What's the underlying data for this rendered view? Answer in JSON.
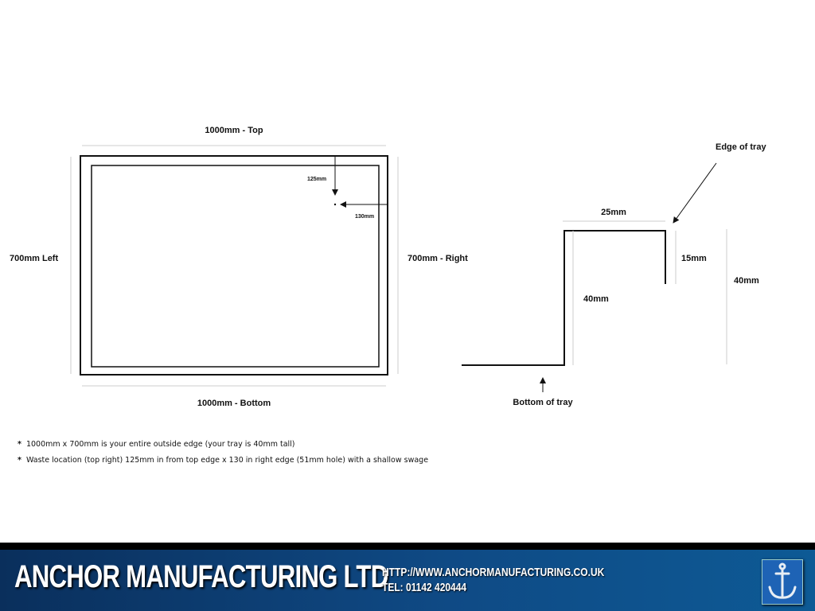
{
  "plan_view": {
    "top_label": "1000mm - Top",
    "bottom_label": "1000mm - Bottom",
    "left_label": "700mm Left",
    "right_label": "700mm - Right",
    "waste_from_top": "125mm",
    "waste_from_right": "130mm"
  },
  "profile_view": {
    "edge_label": "Edge of tray",
    "flange_width": "25mm",
    "lip_height": "15mm",
    "inner_height": "40mm",
    "total_height": "40mm",
    "bottom_label": "Bottom of tray"
  },
  "notes": [
    "1000mm x 700mm is your entire outside edge (your tray is 40mm tall)",
    "Waste  location (top right) 125mm in from top edge x 130 in right edge (51mm hole) with a shallow swage"
  ],
  "note_bullet": "*",
  "footer": {
    "company": "ANCHOR MANUFACTURING LTD",
    "url": "HTTP://WWW.ANCHORMANUFACTURING.CO.UK",
    "tel": "TEL: 01142 420444",
    "logo_icon": "anchor-icon"
  }
}
